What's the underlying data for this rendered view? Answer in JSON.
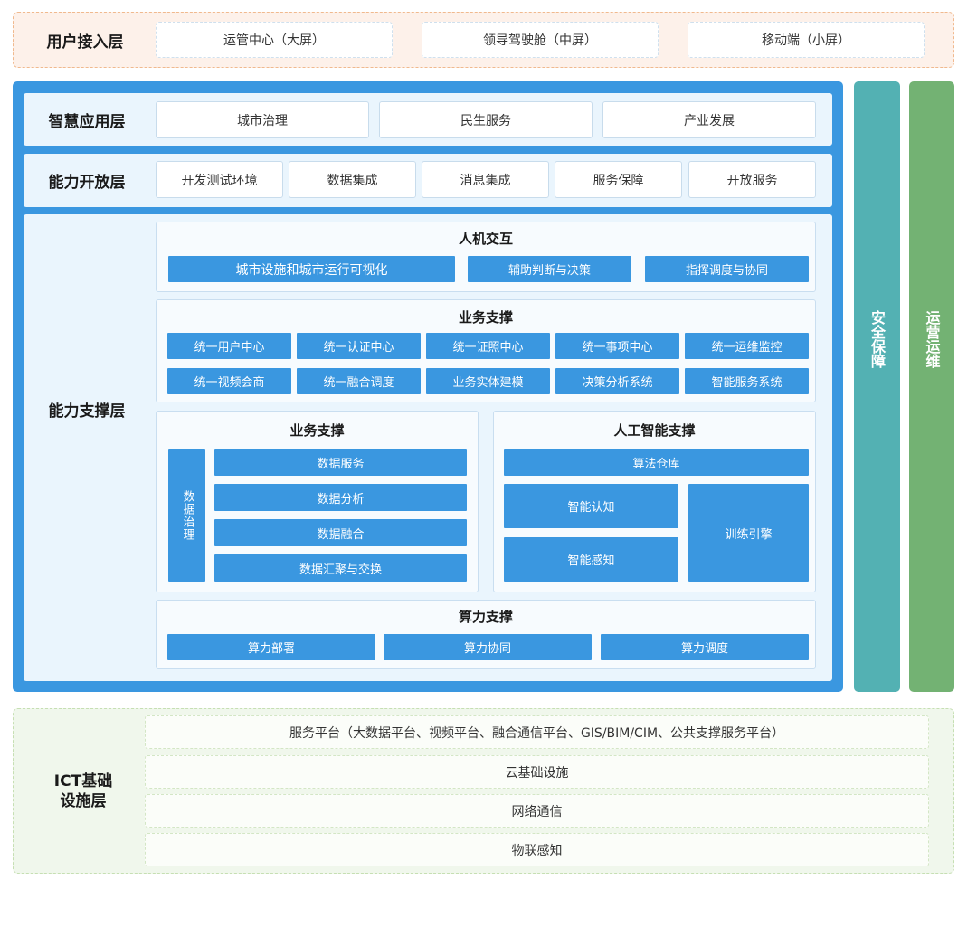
{
  "user_layer": {
    "label": "用户接入层",
    "items": [
      "运管中心（大屏）",
      "领导驾驶舱（中屏）",
      "移动端（小屏）"
    ]
  },
  "smart_app_layer": {
    "label": "智慧应用层",
    "items": [
      "城市治理",
      "民生服务",
      "产业发展"
    ]
  },
  "open_layer": {
    "label": "能力开放层",
    "items": [
      "开发测试环境",
      "数据集成",
      "消息集成",
      "服务保障",
      "开放服务"
    ]
  },
  "support_layer": {
    "label": "能力支撑层",
    "hci": {
      "title": "人机交互",
      "items": [
        "城市设施和城市运行可视化",
        "辅助判断与决策",
        "指挥调度与协同"
      ]
    },
    "biz": {
      "title": "业务支撑",
      "items": [
        "统一用户中心",
        "统一认证中心",
        "统一证照中心",
        "统一事项中心",
        "统一运维监控",
        "统一视频会商",
        "统一融合调度",
        "业务实体建模",
        "决策分析系统",
        "智能服务系统"
      ]
    },
    "data": {
      "title": "业务支撑",
      "governance": "数据治理",
      "items": [
        "数据服务",
        "数据分析",
        "数据融合",
        "数据汇聚与交换"
      ]
    },
    "ai": {
      "title": "人工智能支撑",
      "warehouse": "算法仓库",
      "cognition": "智能认知",
      "perception": "智能感知",
      "training": "训练引擎"
    },
    "compute": {
      "title": "算力支撑",
      "items": [
        "算力部署",
        "算力协同",
        "算力调度"
      ]
    }
  },
  "pillars": {
    "security": "安全保障",
    "ops": "运营运维"
  },
  "ict_layer": {
    "label_line1": "ICT基础",
    "label_line2": "设施层",
    "items": [
      "服务平台（大数据平台、视频平台、融合通信平台、GIS/BIM/CIM、公共支撑服务平台）",
      "云基础设施",
      "网络通信",
      "物联感知"
    ]
  },
  "colors": {
    "primary_blue": "#3a97e0",
    "security_teal": "#53b1b3",
    "ops_green": "#73b273",
    "user_band_bg": "#fdf1ea",
    "ict_band_bg": "#f0f7ec"
  }
}
